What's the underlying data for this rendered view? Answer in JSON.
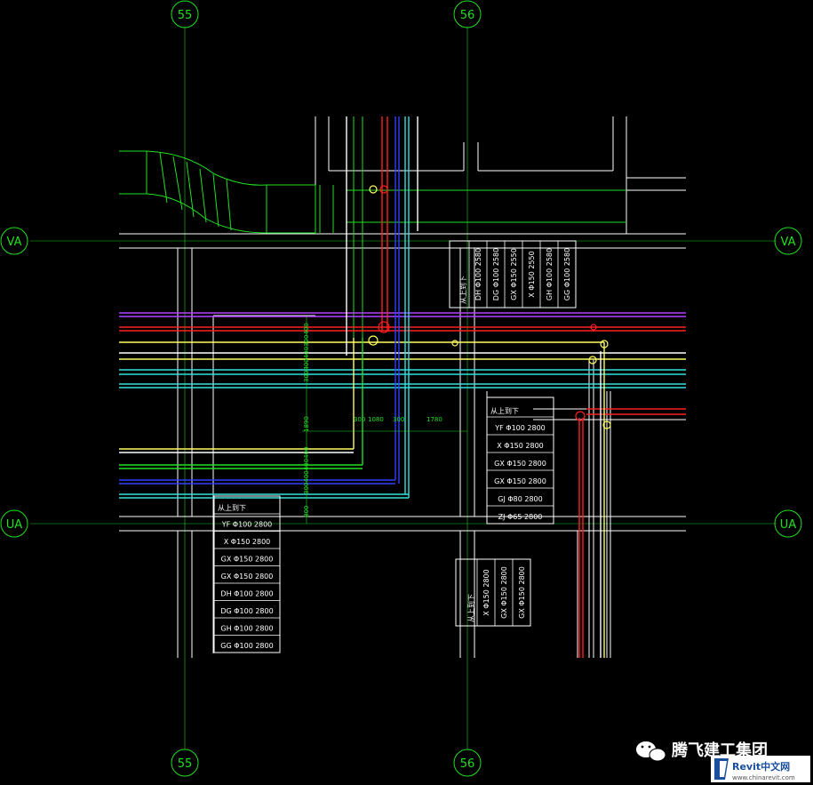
{
  "grid_axes": {
    "vertical": [
      "55",
      "56"
    ],
    "horizontal": [
      "VA",
      "UA"
    ]
  },
  "tables": {
    "top_vertical": {
      "header": "从上到下",
      "rows": [
        "DH Φ100 2580",
        "DG Φ100 2580",
        "GX Φ150 2550",
        "X Φ150 2550",
        "GH Φ100 2580",
        "GG Φ100 2580"
      ]
    },
    "right_mid": {
      "header": "从上到下",
      "rows": [
        "YF Φ100 2800",
        "X Φ150 2800",
        "GX Φ150 2800",
        "GX Φ150 2800",
        "GJ Φ80 2800",
        "ZJ Φ65 2800"
      ]
    },
    "left_bottom": {
      "header": "从上到下",
      "rows": [
        "YF Φ100 2800",
        "X Φ150 2800",
        "GX Φ150 2800",
        "GX Φ150 2800",
        "DH Φ100 2800",
        "DG Φ100 2800",
        "GH Φ100 2800",
        "GG Φ100 2800"
      ]
    },
    "bottom_vertical": {
      "header": "从上到下",
      "rows": [
        "X Φ150 2800",
        "GX Φ150 2800",
        "GX Φ150 2800"
      ]
    }
  },
  "dimensions": {
    "horizontal": [
      "300",
      "1080",
      "300",
      "1780"
    ],
    "vertical_left": [
      "1890",
      "800"
    ],
    "vertical_top": "300400400300400",
    "vertical_bottom": "300400400400"
  },
  "watermark": {
    "company": "腾飞建工集团",
    "brand": "Revit中文网",
    "url": "www.chinarevit.com"
  },
  "colors": {
    "background": "#000000",
    "grid": "#20e020",
    "wall": "#ffffff",
    "supply_air": "#20e020",
    "fire_pipe": "#ff2020",
    "cold_water": "#3040ff",
    "cyan_pipe": "#30e0e0",
    "yellow_pipe": "#ffff60",
    "purple_pipe": "#b040ff"
  }
}
